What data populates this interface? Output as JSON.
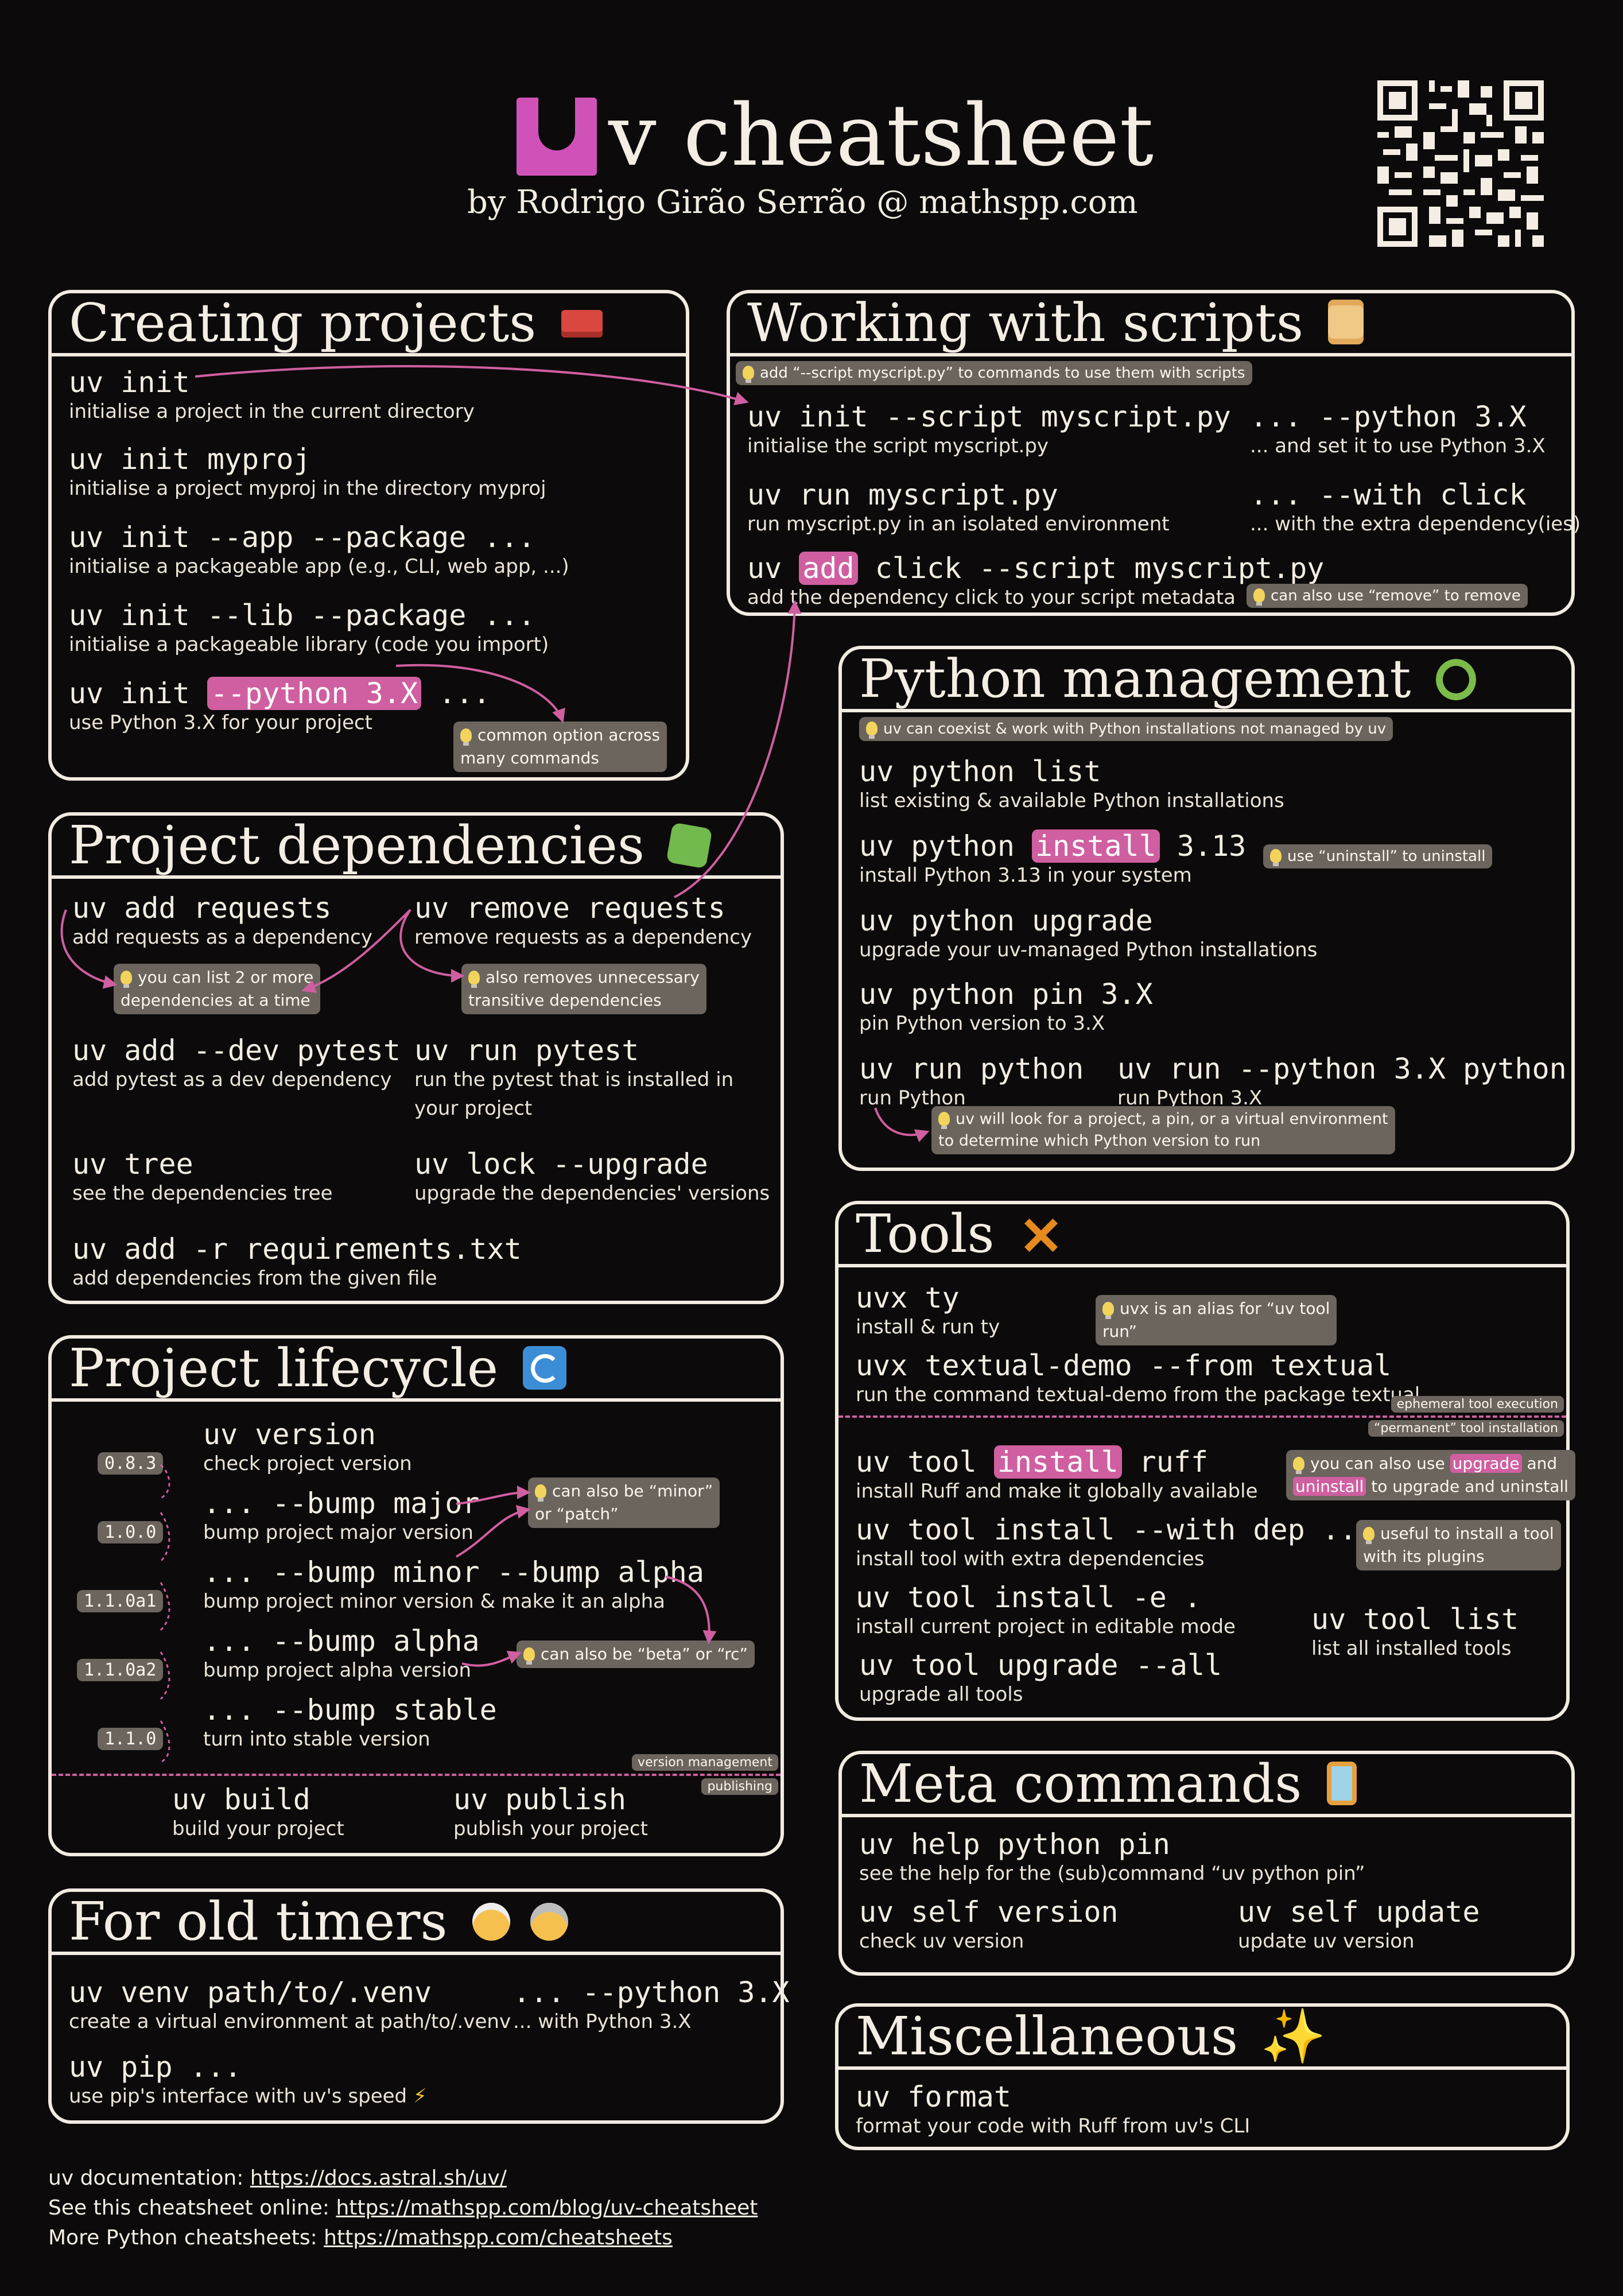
{
  "header": {
    "logo_letter": "u",
    "title": "v cheatsheet",
    "byline": "by Rodrigo Girão Serrão @  mathspp.com"
  },
  "creating": {
    "title": "Creating projects",
    "c1": "uv init",
    "d1": "initialise a project in the current directory",
    "c2": "uv init myproj",
    "d2": "initialise a project myproj in the directory myproj",
    "c3": "uv init --app --package ...",
    "d3": "initialise a packageable app (e.g., CLI, web app, ...)",
    "c4": "uv init --lib --package ...",
    "d4": "initialise a packageable library (code you import)",
    "c5a": "uv init ",
    "c5b": "--python 3.X",
    "c5c": " ...",
    "d5": "use Python 3.X for your project",
    "tip1": "common option across",
    "tip2": "many commands"
  },
  "scripts": {
    "title": "Working with scripts",
    "tip_top": "add “--script myscript.py” to commands to use them with scripts",
    "c1": "uv init --script myscript.py",
    "d1": "initialise the script myscript.py",
    "c2": "... --python 3.X",
    "d2": "... and set it to use Python 3.X",
    "c3": "uv run myscript.py",
    "d3": "run myscript.py in an isolated environment",
    "c4": "... --with click",
    "d4": "... with the extra dependency(ies)",
    "c5a": "uv ",
    "c5b": "add",
    "c5c": " click --script myscript.py",
    "d5": "add the dependency click to your script metadata",
    "tip_remove": "can also use “remove” to remove"
  },
  "deps": {
    "title": "Project dependencies",
    "c1": "uv add requests",
    "d1": "add requests as a dependency",
    "c2": "uv remove requests",
    "d2": "remove requests as a dependency",
    "tipA1": "you can list 2 or more",
    "tipA2": "dependencies at a time",
    "tipB1": "also removes unnecessary",
    "tipB2": "transitive dependencies",
    "c3": "uv add --dev pytest",
    "d3": "add pytest as a dev dependency",
    "c4": "uv run pytest",
    "d4a": "run the pytest that is installed in",
    "d4b": "your project",
    "c5": "uv tree",
    "d5": "see the dependencies tree",
    "c6": "uv lock --upgrade",
    "d6": "upgrade the dependencies' versions",
    "c7": "uv add -r requirements.txt",
    "d7": "add dependencies from the given file"
  },
  "python": {
    "title": "Python management",
    "tip_top": "uv can coexist & work with Python installations not managed by uv",
    "c1": "uv python list",
    "d1": "list existing & available Python installations",
    "c2a": "uv python ",
    "c2b": "install",
    "c2c": " 3.13",
    "d2": "install Python 3.13 in your system",
    "tip_uninstall": "use “uninstall” to uninstall",
    "c3": "uv python upgrade",
    "d3": "upgrade your uv-managed Python installations",
    "c4": "uv python pin 3.X",
    "d4": "pin Python version to 3.X",
    "c5": "uv run python",
    "d5": "run Python",
    "c6": "uv run --python 3.X python",
    "d6": "run Python 3.X",
    "tipR1": "uv will look for a project, a pin, or a virtual environment",
    "tipR2": "to determine which Python version to run"
  },
  "lifecycle": {
    "title": "Project lifecycle",
    "c1": "uv version",
    "d1": "check project version",
    "c2": "... --bump major",
    "d2": "bump project major version",
    "c3": "... --bump minor --bump alpha",
    "d3": "bump project minor version & make it an alpha",
    "c4": "... --bump alpha",
    "d4": "bump project alpha version",
    "c5": "... --bump stable",
    "d5": "turn into stable version",
    "v1": "0.8.3",
    "v2": "1.0.0",
    "v3": "1.1.0a1",
    "v4": "1.1.0a2",
    "v5": "1.1.0",
    "tipM1": "can also be “minor”",
    "tipM2": "or “patch”",
    "tipB": "can also be “beta” or “rc”",
    "tag_vm": "version management",
    "tag_pub": "publishing",
    "c6": "uv build",
    "d6": "build your project",
    "c7": "uv publish",
    "d7": "publish your project"
  },
  "tools": {
    "title": "Tools",
    "c1": "uvx ty",
    "d1": "install & run ty",
    "tipX1": "uvx is an alias for “uv tool",
    "tipX2": "run”",
    "c2": "uvx textual-demo --from textual",
    "d2": "run the command textual-demo from the package textual",
    "tag_eph": "ephemeral tool execution",
    "tag_perm": "“permanent” tool installation",
    "c3a": "uv tool ",
    "c3b": "install",
    "c3c": " ruff",
    "d3": "install Ruff and make it globally available",
    "tipU1a": "you can also use ",
    "tipU1b": "upgrade",
    "tipU1c": " and",
    "tipU2a": "uninstall",
    "tipU2b": " to upgrade and uninstall",
    "c4": "uv tool install --with dep ...",
    "d4": "install tool with extra dependencies",
    "tipP1": "useful to install a tool",
    "tipP2": "with its plugins",
    "c5": "uv tool install -e .",
    "d5": "install current project in editable mode",
    "c6": "uv tool list",
    "d6": "list all installed tools",
    "c7": "uv tool upgrade --all",
    "d7": "upgrade all tools"
  },
  "oldtimers": {
    "title": "For old timers",
    "c1": "uv venv path/to/.venv",
    "d1": "create a virtual environment at path/to/.venv",
    "c2": "... --python 3.X",
    "d2": "... with Python 3.X",
    "c3": "uv pip ...",
    "d3": "use pip's interface with uv's speed"
  },
  "meta": {
    "title": "Meta commands",
    "c1": "uv help python pin",
    "d1": "see the help for the (sub)command “uv python pin”",
    "c2": "uv self version",
    "d2": "check uv version",
    "c3": "uv self update",
    "d3": "update uv version"
  },
  "misc": {
    "title": "Miscellaneous",
    "c1": "uv format",
    "d1": "format your code with Ruff from uv's CLI"
  },
  "footer": {
    "l1": "uv documentation: ",
    "u1": "https://docs.astral.sh/uv/",
    "l2": "See this cheatsheet online: ",
    "u2": "https://mathspp.com/blog/uv-cheatsheet",
    "l3": "More Python cheatsheets: ",
    "u3": "https://mathspp.com/cheatsheets"
  },
  "colors": {
    "accent": "#cf5fa0",
    "background": "#0c0a0b",
    "text": "#f4ede3",
    "tip": "#6b655e"
  }
}
